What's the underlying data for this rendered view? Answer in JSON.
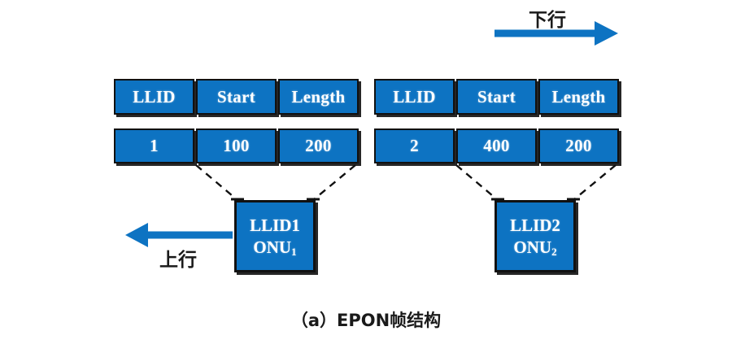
{
  "figure": {
    "caption": "（a）EPON帧结构",
    "accent_color": "#0D73C2",
    "border_color": "#111111",
    "background": "#ffffff"
  },
  "arrows": {
    "downstream": {
      "label": "下行",
      "direction": "right",
      "color": "#0D73C2"
    },
    "upstream": {
      "label": "上行",
      "direction": "left",
      "color": "#0D73C2"
    }
  },
  "frames": [
    {
      "id": "frame-left",
      "headers": [
        "LLID",
        "Start",
        "Length"
      ],
      "values": [
        "1",
        "100",
        "200"
      ],
      "onu": {
        "line1": "LLID1",
        "line2_base": "ONU",
        "line2_sub": "1"
      }
    },
    {
      "id": "frame-right",
      "headers": [
        "LLID",
        "Start",
        "Length"
      ],
      "values": [
        "2",
        "400",
        "200"
      ],
      "onu": {
        "line1": "LLID2",
        "line2_base": "ONU",
        "line2_sub": "2"
      }
    }
  ]
}
